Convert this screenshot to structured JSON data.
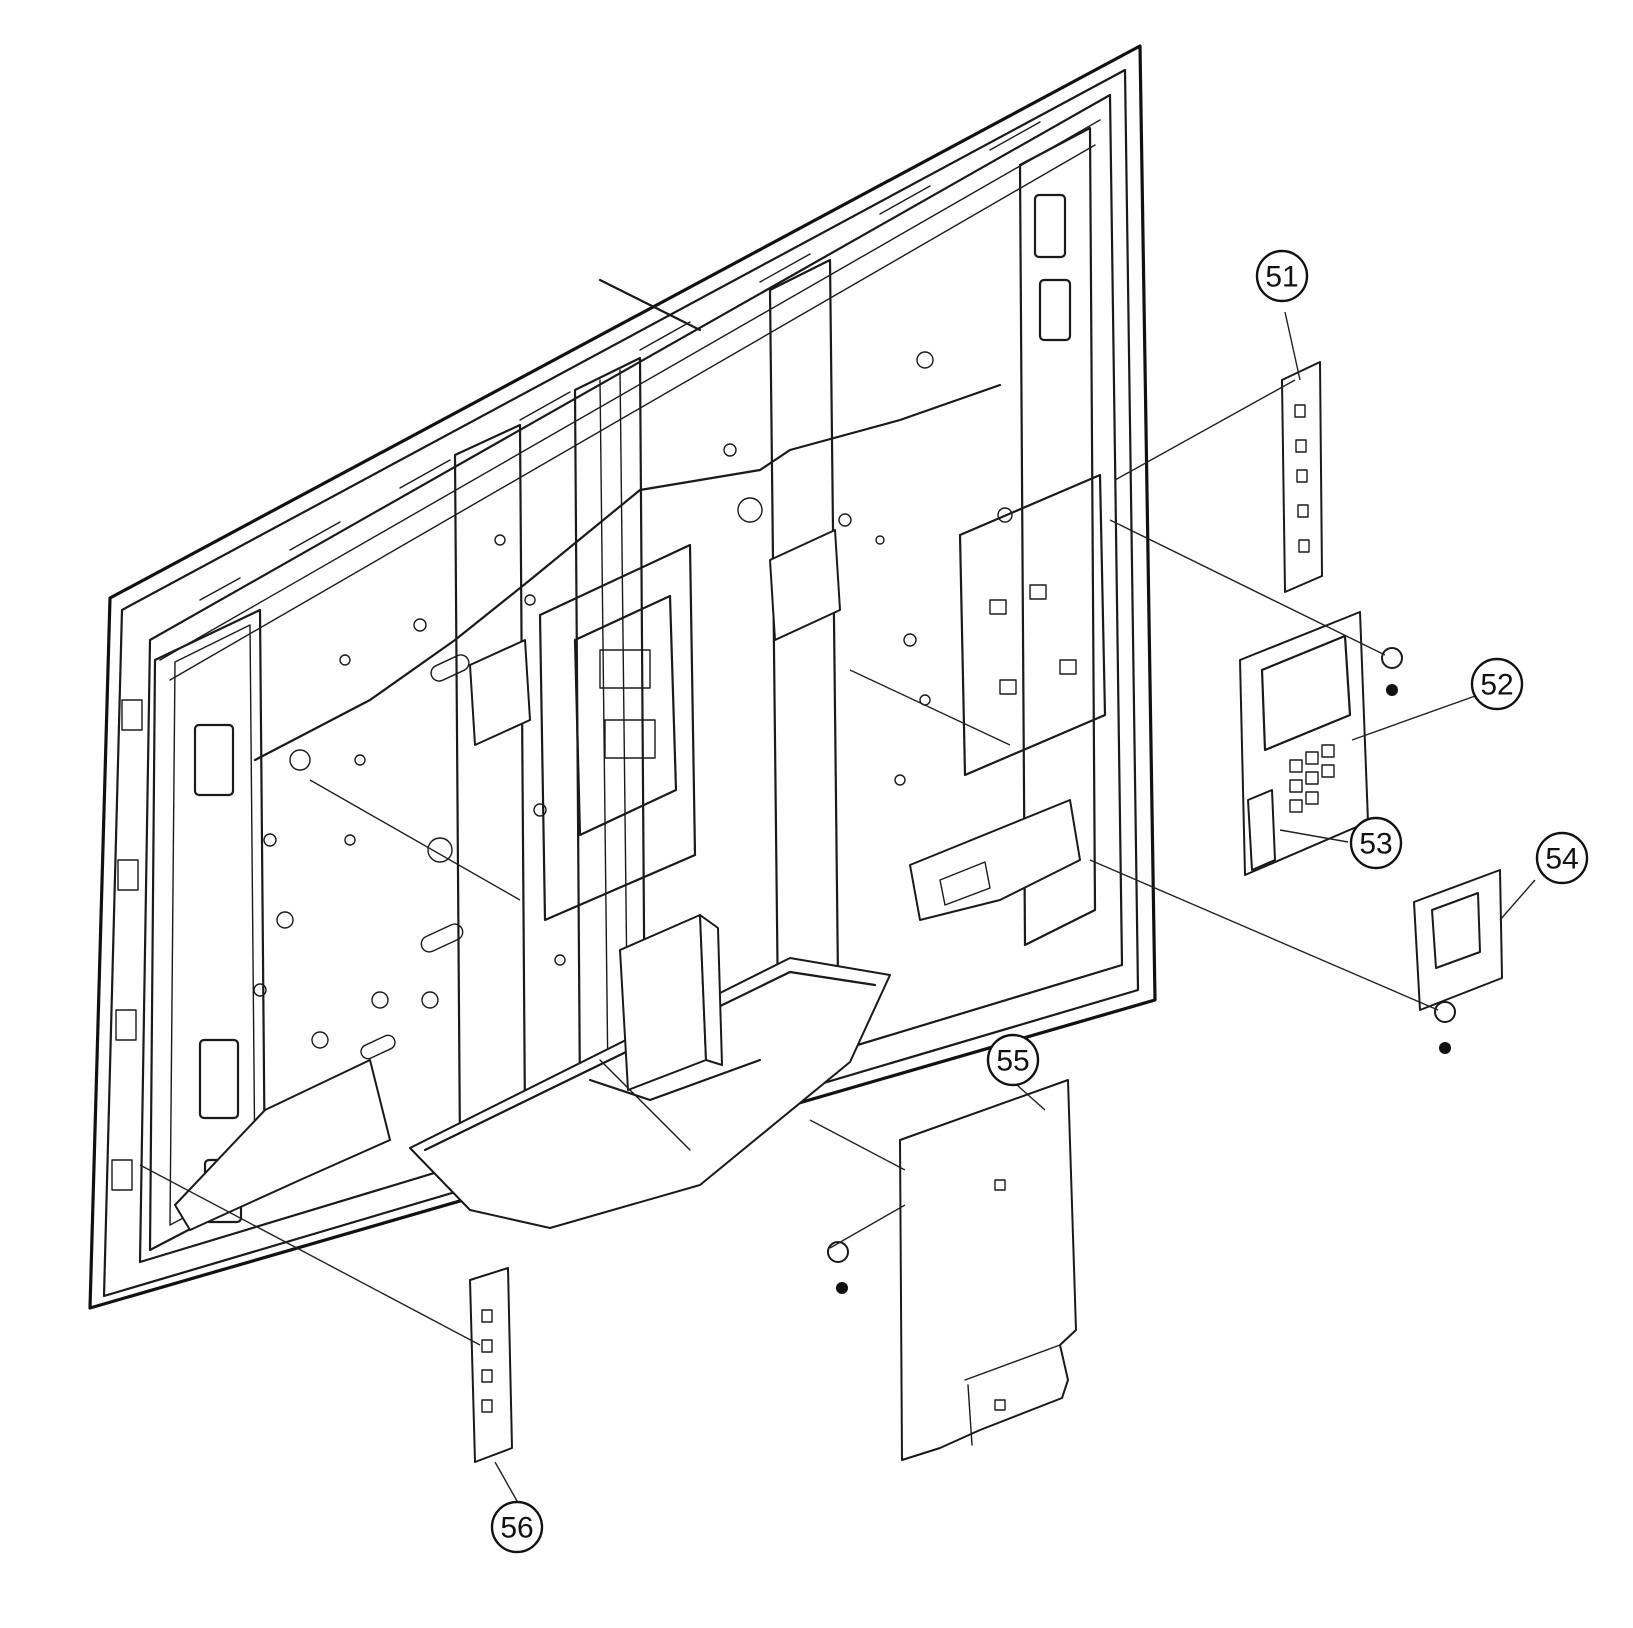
{
  "callouts": {
    "c51": "51",
    "c52": "52",
    "c53": "53",
    "c54": "54",
    "c55": "55",
    "c56": "56"
  }
}
